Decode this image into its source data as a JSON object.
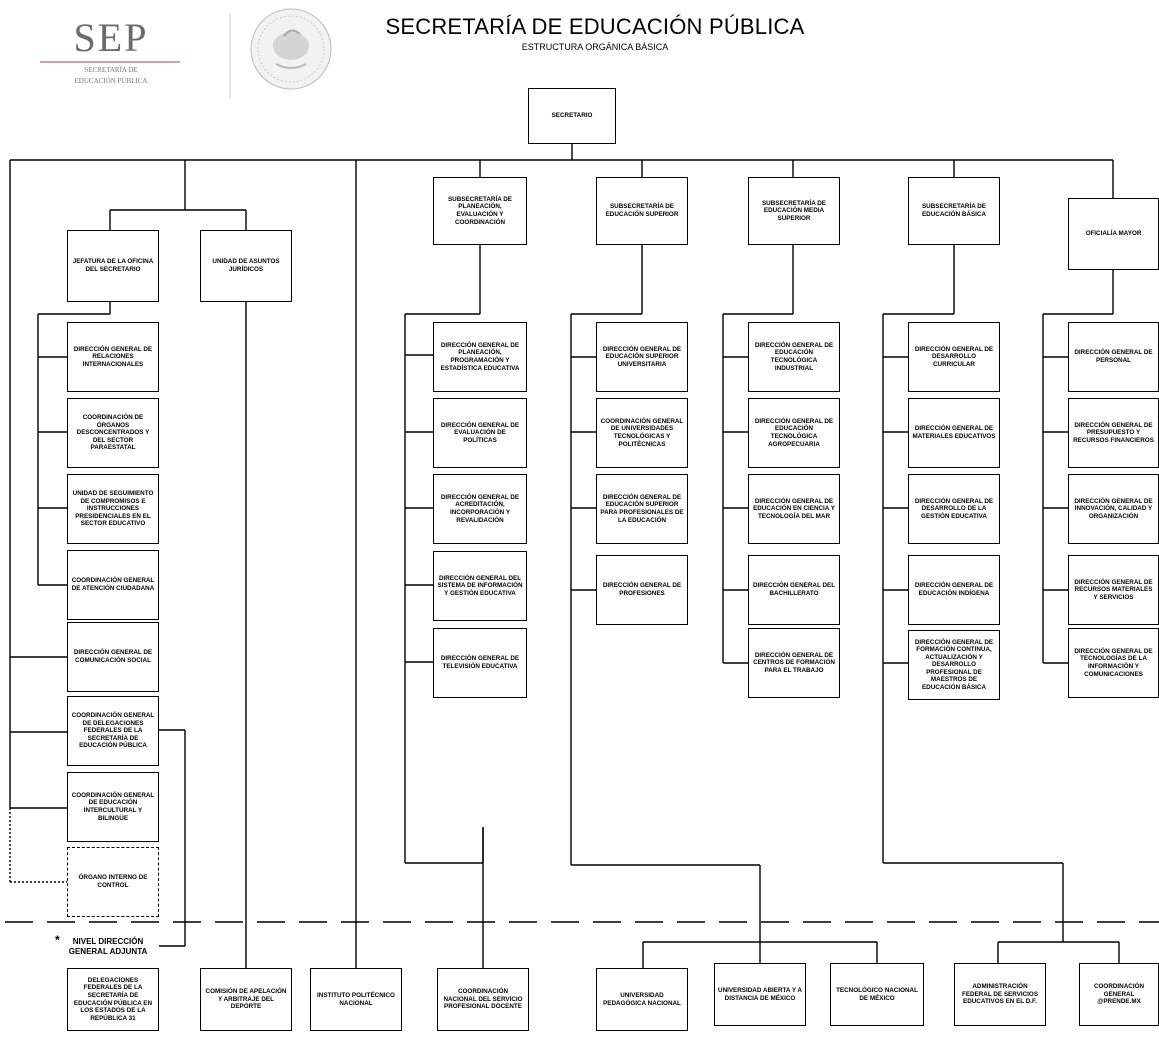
{
  "header": {
    "title": "SECRETARÍA DE EDUCACIÓN PÚBLICA",
    "subtitle": "ESTRUCTURA ORGÁNICA BÁSICA",
    "logo_text": "SEP",
    "logo_sub1": "SECRETARÍA DE",
    "logo_sub2": "EDUCACIÓN PÚBLICA"
  },
  "units": {
    "secretario": "SECRETARIO",
    "jefatura": "JEFATURA DE LA OFICINA DEL SECRETARIO",
    "juridicos": "UNIDAD DE ASUNTOS JURÍDICOS",
    "sub_planeacion": "SUBSECRETARÍA DE PLANEACIÓN, EVALUACIÓN Y COORDINACIÓN",
    "sub_superior": "SUBSECRETARÍA DE EDUCACIÓN SUPERIOR",
    "sub_media": "SUBSECRETARÍA DE EDUCACIÓN MEDIA SUPERIOR",
    "sub_basica": "SUBSECRETARÍA DE EDUCACIÓN BÁSICA",
    "oficialia": "OFICIALÍA MAYOR",
    "a1": "DIRECCIÓN GENERAL DE RELACIONES INTERNACIONALES",
    "a2": "COORDINACIÓN DE ÓRGANOS DESCONCENTRADOS Y DEL SECTOR PARAESTATAL",
    "a3": "UNIDAD DE SEGUIMIENTO DE COMPROMISOS E INSTRUCCIONES PRESIDENCIALES EN EL SECTOR EDUCATIVO",
    "a4": "COORDINACIÓN GENERAL DE ATENCIÓN CIUDADANA",
    "a5": "DIRECCIÓN GENERAL DE COMUNICACIÓN SOCIAL",
    "a6": "COORDINACIÓN GENERAL DE DELEGACIONES FEDERALES DE LA SECRETARÍA DE EDUCACIÓN PÚBLICA",
    "a7": "COORDINACIÓN GENERAL DE EDUCACIÓN INTERCULTURAL Y BILINGÜE",
    "a8": "ÓRGANO INTERNO DE CONTROL",
    "p1": "DIRECCIÓN GENERAL DE PLANEACIÓN, PROGRAMACIÓN Y ESTADÍSTICA EDUCATIVA",
    "p2": "DIRECCIÓN GENERAL DE EVALUACIÓN DE POLÍTICAS",
    "p3": "DIRECCIÓN GENERAL DE ACREDITACIÓN, INCORPORACIÓN Y REVALIDACIÓN",
    "p4": "DIRECCIÓN GENERAL DEL SISTEMA DE INFORMACIÓN Y GESTIÓN EDUCATIVA",
    "p5": "DIRECCIÓN GENERAL DE TELEVISIÓN EDUCATIVA",
    "s1": "DIRECCIÓN GENERAL DE EDUCACIÓN SUPERIOR UNIVERSITARIA",
    "s2": "COORDINACIÓN GENERAL DE UNIVERSIDADES TECNOLÓGICAS Y POLITÉCNICAS",
    "s3": "DIRECCIÓN GENERAL DE EDUCACIÓN SUPERIOR PARA PROFESIONALES DE LA EDUCACIÓN",
    "s4": "DIRECCIÓN GENERAL DE PROFESIONES",
    "m1": "DIRECCIÓN GENERAL DE EDUCACIÓN TECNOLÓGICA INDUSTRIAL",
    "m2": "DIRECCIÓN GENERAL DE EDUCACIÓN TECNOLÓGICA AGROPECUARIA",
    "m3": "DIRECCIÓN GENERAL DE EDUCACIÓN EN CIENCIA Y TECNOLOGÍA DEL MAR",
    "m4": "DIRECCIÓN GENERAL DEL BACHILLERATO",
    "m5": "DIRECCIÓN GENERAL DE CENTROS DE FORMACIÓN PARA EL TRABAJO",
    "b1": "DIRECCIÓN GENERAL DE DESARROLLO CURRICULAR",
    "b2": "DIRECCIÓN GENERAL DE MATERIALES EDUCATIVOS",
    "b3": "DIRECCIÓN GENERAL DE DESARROLLO DE LA GESTIÓN EDUCATIVA",
    "b4": "DIRECCIÓN GENERAL DE EDUCACIÓN INDÍGENA",
    "b5": "DIRECCIÓN GENERAL DE FORMACIÓN CONTINUA, ACTUALIZACIÓN Y DESARROLLO PROFESIONAL DE MAESTROS DE EDUCACIÓN BÁSICA",
    "o1": "DIRECCIÓN GENERAL DE PERSONAL",
    "o2": "DIRECCIÓN GENERAL DE PRESUPUESTO Y RECURSOS FINANCIEROS",
    "o3": "DIRECCIÓN GENERAL DE INNOVACIÓN, CALIDAD Y ORGANIZACIÓN",
    "o4": "DIRECCIÓN GENERAL DE RECURSOS MATERIALES Y SERVICIOS",
    "o5": "DIRECCIÓN GENERAL DE TECNOLOGÍAS DE LA INFORMACIÓN Y COMUNICACIONES",
    "x1": "DELEGACIONES FEDERALES DE LA SECRETARÍA DE EDUCACIÓN PÚBLICA EN LOS ESTADOS DE LA REPÚBLICA 31",
    "x2": "COMISIÓN DE APELACIÓN Y ARBITRAJE DEL DEPORTE",
    "x3": "INSTITUTO POLITÉCNICO NACIONAL",
    "x4": "COORDINACIÓN NACIONAL DEL SERVICIO PROFESIONAL DOCENTE",
    "x5": "UNIVERSIDAD PEDAGÓGICA NACIONAL",
    "x6": "UNIVERSIDAD ABIERTA Y A DISTANCIA DE MÉXICO",
    "x7": "TECNOLÓGICO NACIONAL DE MÉXICO",
    "x8": "ADMINISTRACIÓN FEDERAL DE SERVICIOS EDUCATIVOS EN EL D.F.",
    "x9": "COORDINACIÓN GENERAL @PRENDE.MX"
  },
  "note": {
    "star": "*",
    "text": "NIVEL DIRECCIÓN GENERAL ADJUNTA"
  }
}
